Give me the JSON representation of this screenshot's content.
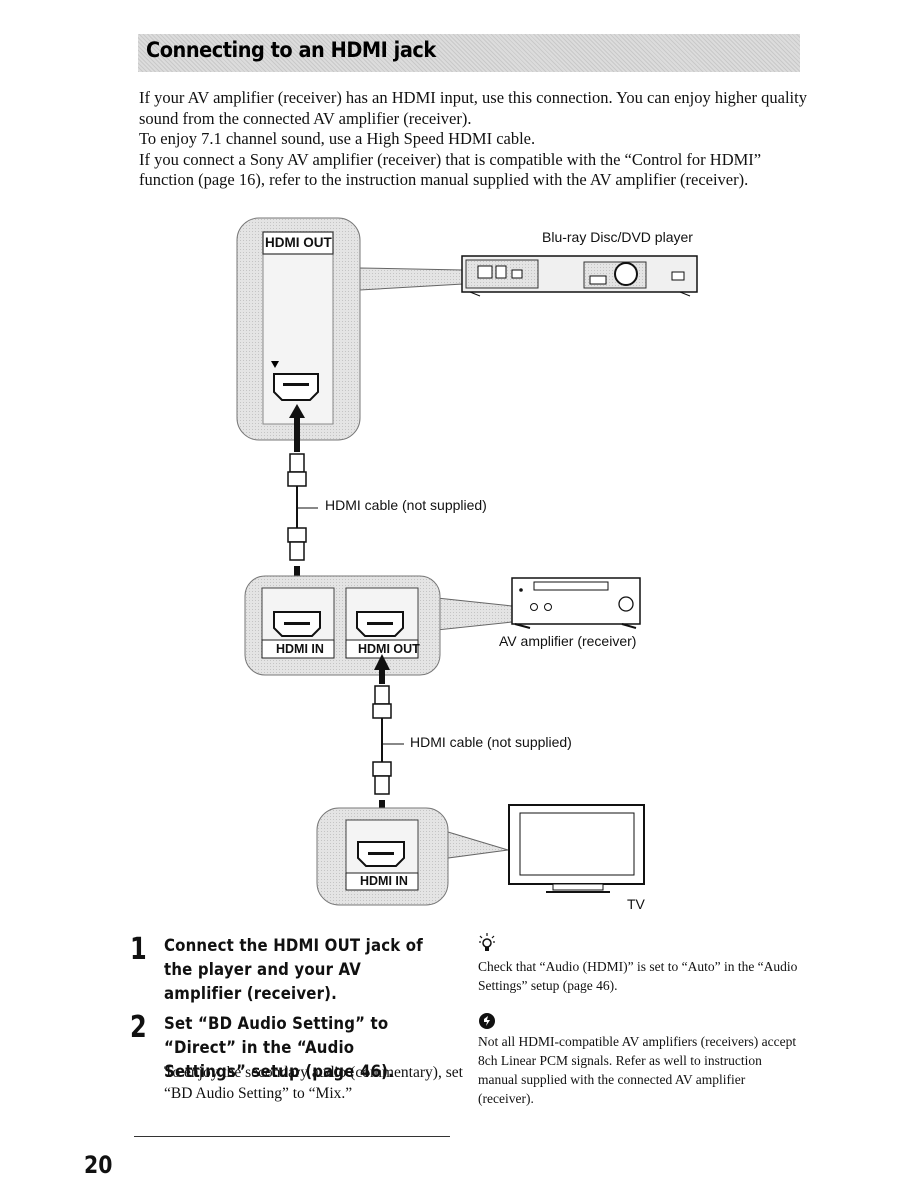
{
  "title": "Connecting to an HDMI jack",
  "intro": [
    "If your AV amplifier (receiver) has an HDMI input, use this connection. You can enjoy higher quality sound from the connected AV amplifier (receiver).",
    "To enjoy 7.1 channel sound, use a High Speed HDMI cable.",
    "If you connect a Sony AV amplifier (receiver) that is compatible with the “Control for HDMI” function (page 16), refer to the instruction manual supplied with the AV amplifier (receiver)."
  ],
  "diagram": {
    "player_label": "Blu-ray Disc/DVD player",
    "player_jack": "HDMI OUT",
    "cable1": "HDMI cable (not supplied)",
    "amp_label": "AV amplifier (receiver)",
    "amp_in": "HDMI IN",
    "amp_out": "HDMI OUT",
    "cable2": "HDMI cable (not supplied)",
    "tv_jack": "HDMI IN",
    "tv_label": "TV"
  },
  "steps": [
    {
      "number": "1",
      "heading": "Connect the HDMI OUT jack of the player and your AV amplifier (receiver).",
      "body": ""
    },
    {
      "number": "2",
      "heading": "Set “BD Audio Setting” to “Direct” in the “Audio Settings” setup (page 46).",
      "body": "To enjoy the secondary audio (commentary), set “BD Audio Setting” to “Mix.”"
    }
  ],
  "tip": {
    "icon": "lightbulb-icon",
    "text": "Check that “Audio (HDMI)” is set to “Auto” in the “Audio Settings” setup (page 46)."
  },
  "note": {
    "icon": "note-icon",
    "text": "Not all HDMI-compatible AV amplifiers (receivers) accept 8ch Linear PCM signals. Refer as well to instruction manual supplied with the connected AV amplifier (receiver)."
  },
  "page_number": "20"
}
